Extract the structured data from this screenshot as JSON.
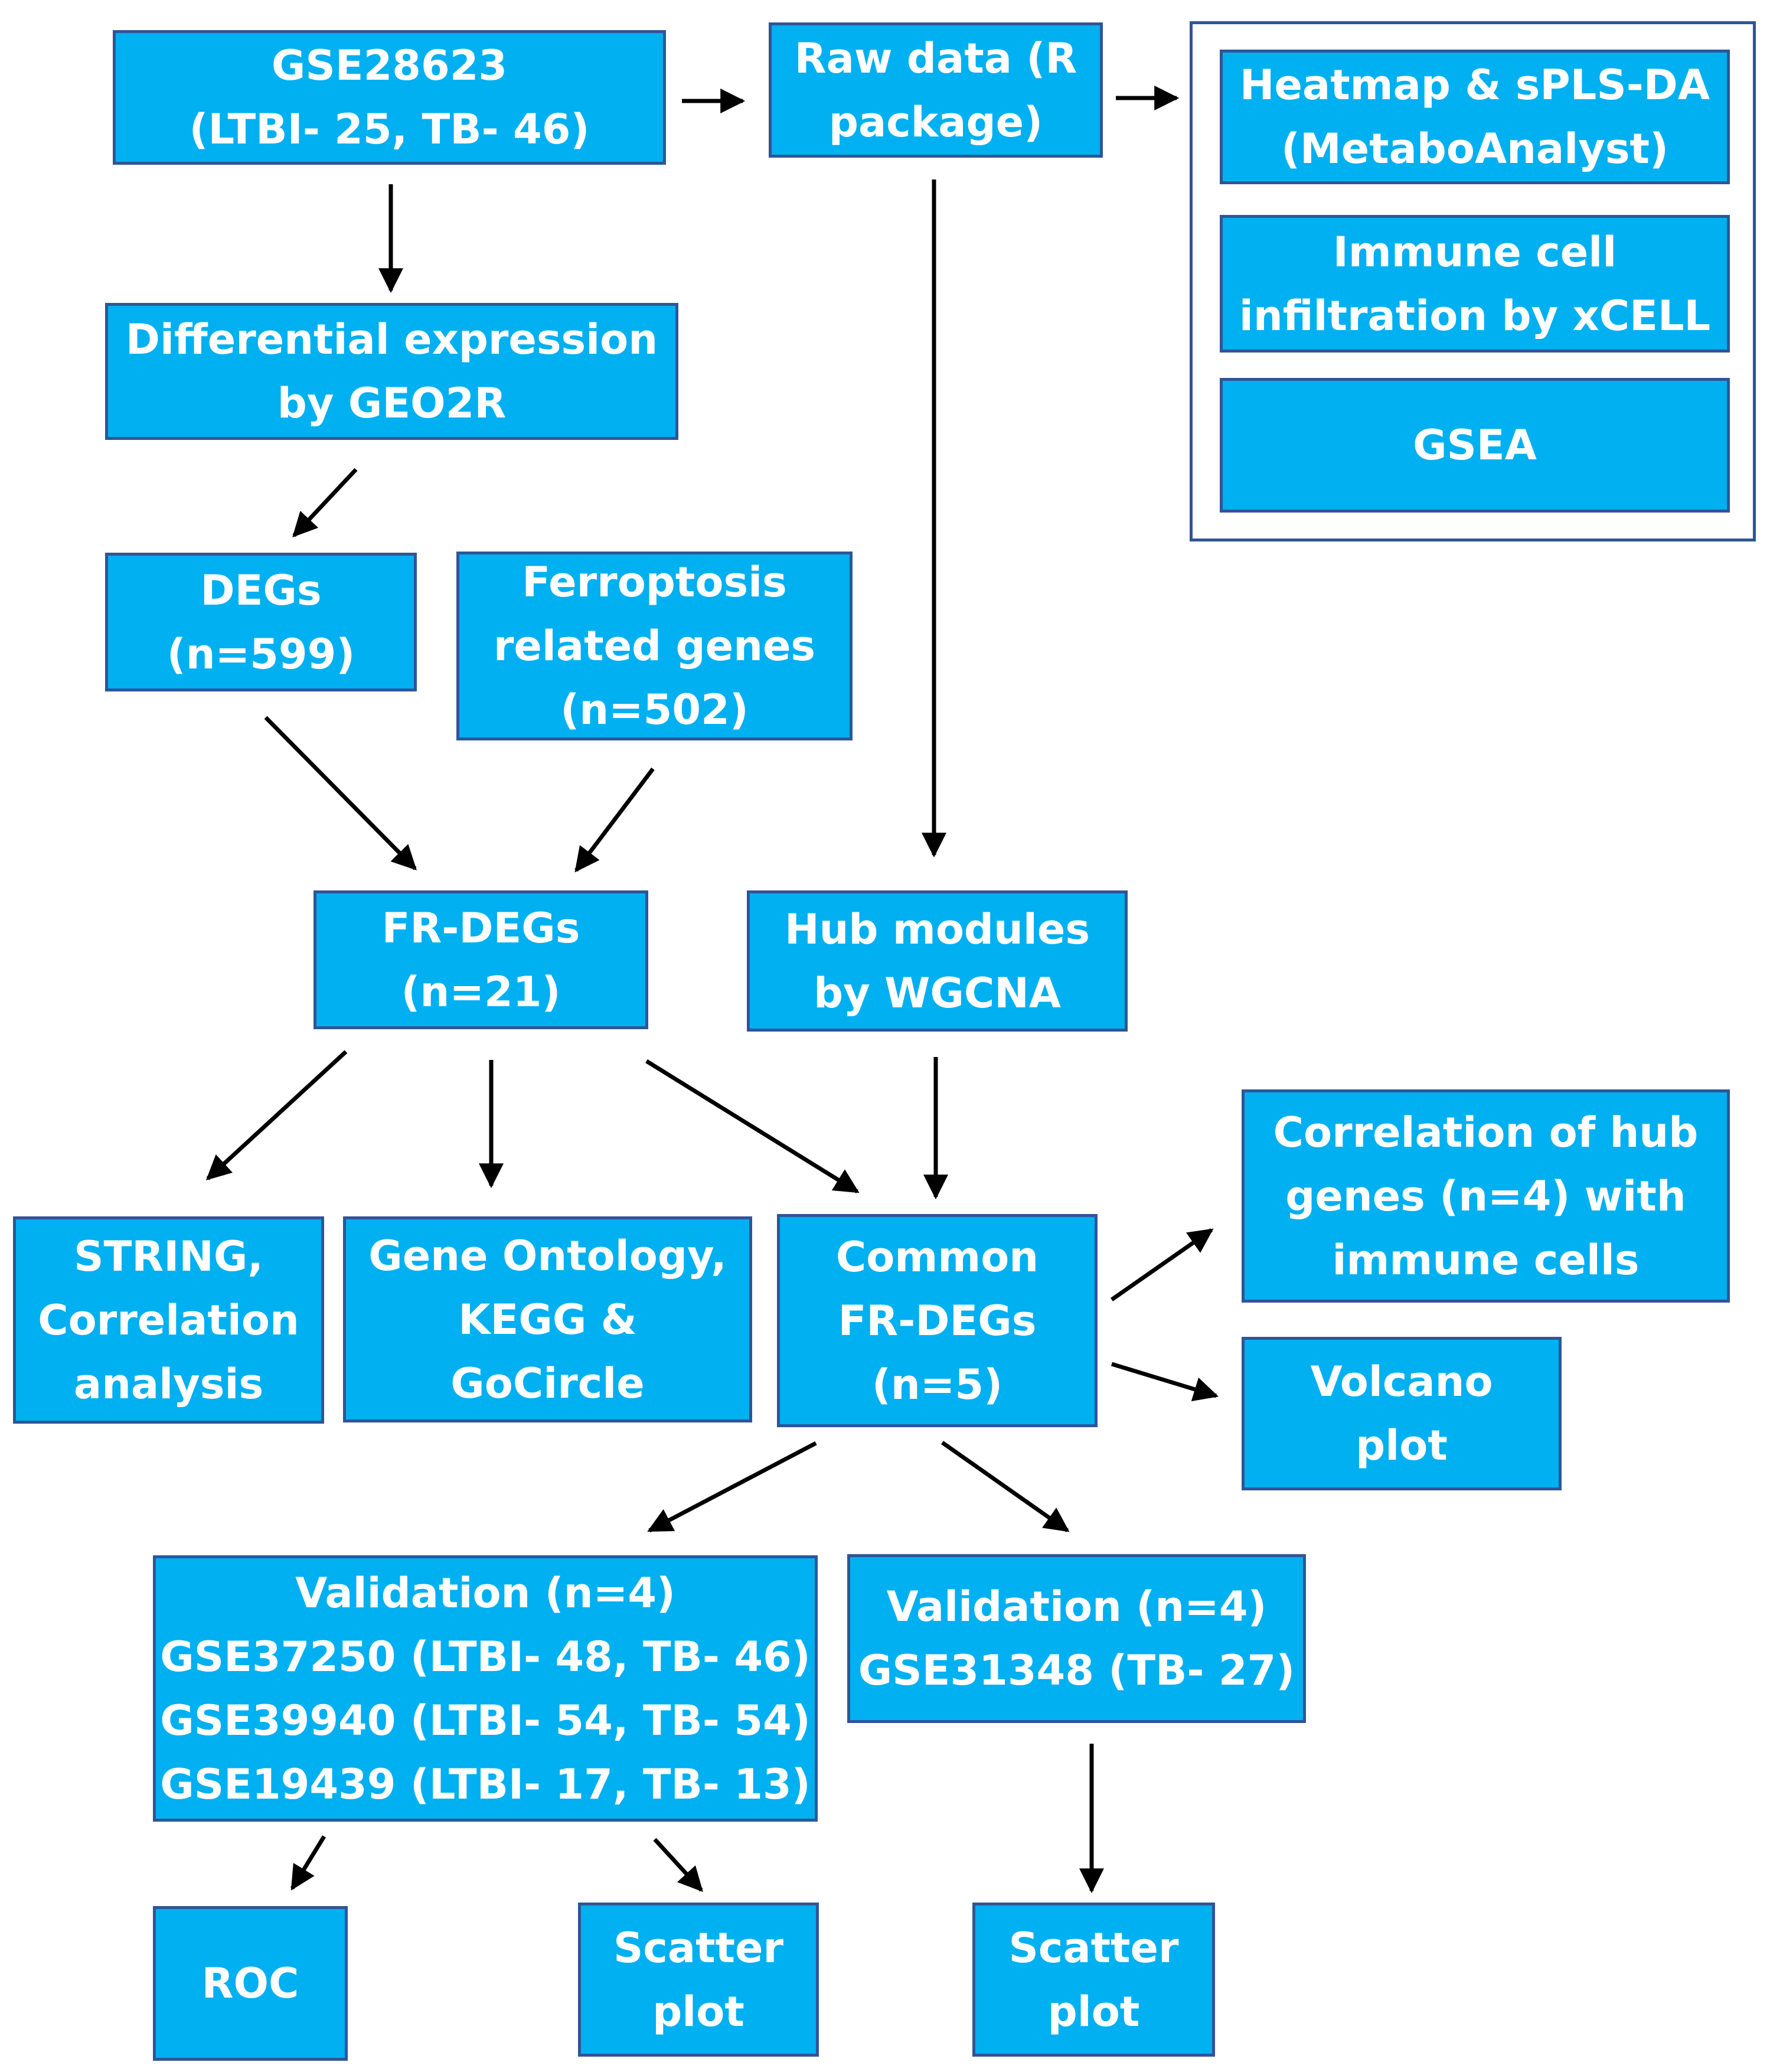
{
  "colors": {
    "box_fill": "#00b0f0",
    "box_border": "#2f5597",
    "text": "#ffffff",
    "arrow": "#000000"
  },
  "nodes": {
    "gse28623": {
      "lines": [
        "GSE28623",
        "(LTBI- 25, TB- 46)"
      ]
    },
    "raw_data": {
      "lines": [
        "Raw data (R",
        "package)"
      ]
    },
    "heatmap": {
      "lines": [
        "Heatmap & sPLS-DA",
        "(MetaboAnalyst)"
      ]
    },
    "immune_cell": {
      "lines": [
        "Immune cell",
        "infiltration by xCELL"
      ]
    },
    "gsea": {
      "lines": [
        "GSEA"
      ]
    },
    "diff_expr": {
      "lines": [
        "Differential expression",
        "by GEO2R"
      ]
    },
    "degs": {
      "lines": [
        "DEGs",
        "(n=599)"
      ]
    },
    "ferroptosis": {
      "lines": [
        "Ferroptosis",
        "related genes",
        "(n=502)"
      ]
    },
    "fr_degs": {
      "lines": [
        "FR-DEGs",
        "(n=21)"
      ]
    },
    "hub_modules": {
      "lines": [
        "Hub modules",
        "by WGCNA"
      ]
    },
    "string": {
      "lines": [
        "STRING,",
        "Correlation",
        "analysis"
      ]
    },
    "gene_ontology": {
      "lines": [
        "Gene Ontology,",
        "KEGG &",
        "GoCircle"
      ]
    },
    "common_fr_degs": {
      "lines": [
        "Common",
        "FR-DEGs",
        "(n=5)"
      ]
    },
    "correlation_hub": {
      "lines": [
        "Correlation of hub",
        "genes (n=4) with",
        "immune cells"
      ]
    },
    "volcano": {
      "lines": [
        "Volcano",
        "plot"
      ]
    },
    "validation_left": {
      "lines": [
        "Validation (n=4)",
        "GSE37250 (LTBI- 48, TB- 46)",
        "GSE39940 (LTBI- 54, TB- 54)",
        "GSE19439 (LTBI- 17, TB- 13)"
      ]
    },
    "validation_right": {
      "lines": [
        "Validation (n=4)",
        "GSE31348 (TB- 27)"
      ]
    },
    "roc": {
      "lines": [
        "ROC"
      ]
    },
    "scatter_left": {
      "lines": [
        "Scatter",
        "plot"
      ]
    },
    "scatter_right": {
      "lines": [
        "Scatter",
        "plot"
      ]
    }
  }
}
